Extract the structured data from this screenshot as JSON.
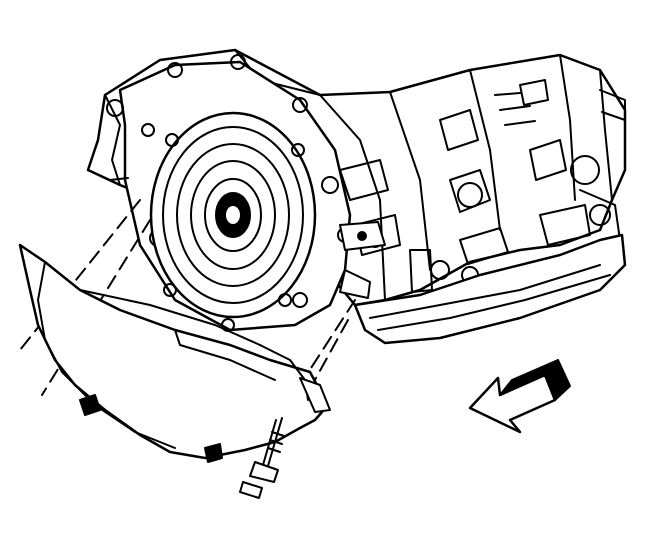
{
  "diagram": {
    "components": [
      {
        "id": "transmission-case",
        "icon": "transmission-case"
      },
      {
        "id": "torque-converter",
        "icon": "torque-converter"
      },
      {
        "id": "oil-pan",
        "icon": "oil-pan"
      },
      {
        "id": "flywheel-cover",
        "icon": "flywheel-inspection-cover"
      },
      {
        "id": "cover-bolt",
        "icon": "bolt"
      },
      {
        "id": "direction-arrow",
        "icon": "arrow-front-of-vehicle"
      }
    ],
    "colors": {
      "line": "#000000",
      "background": "#ffffff"
    }
  }
}
